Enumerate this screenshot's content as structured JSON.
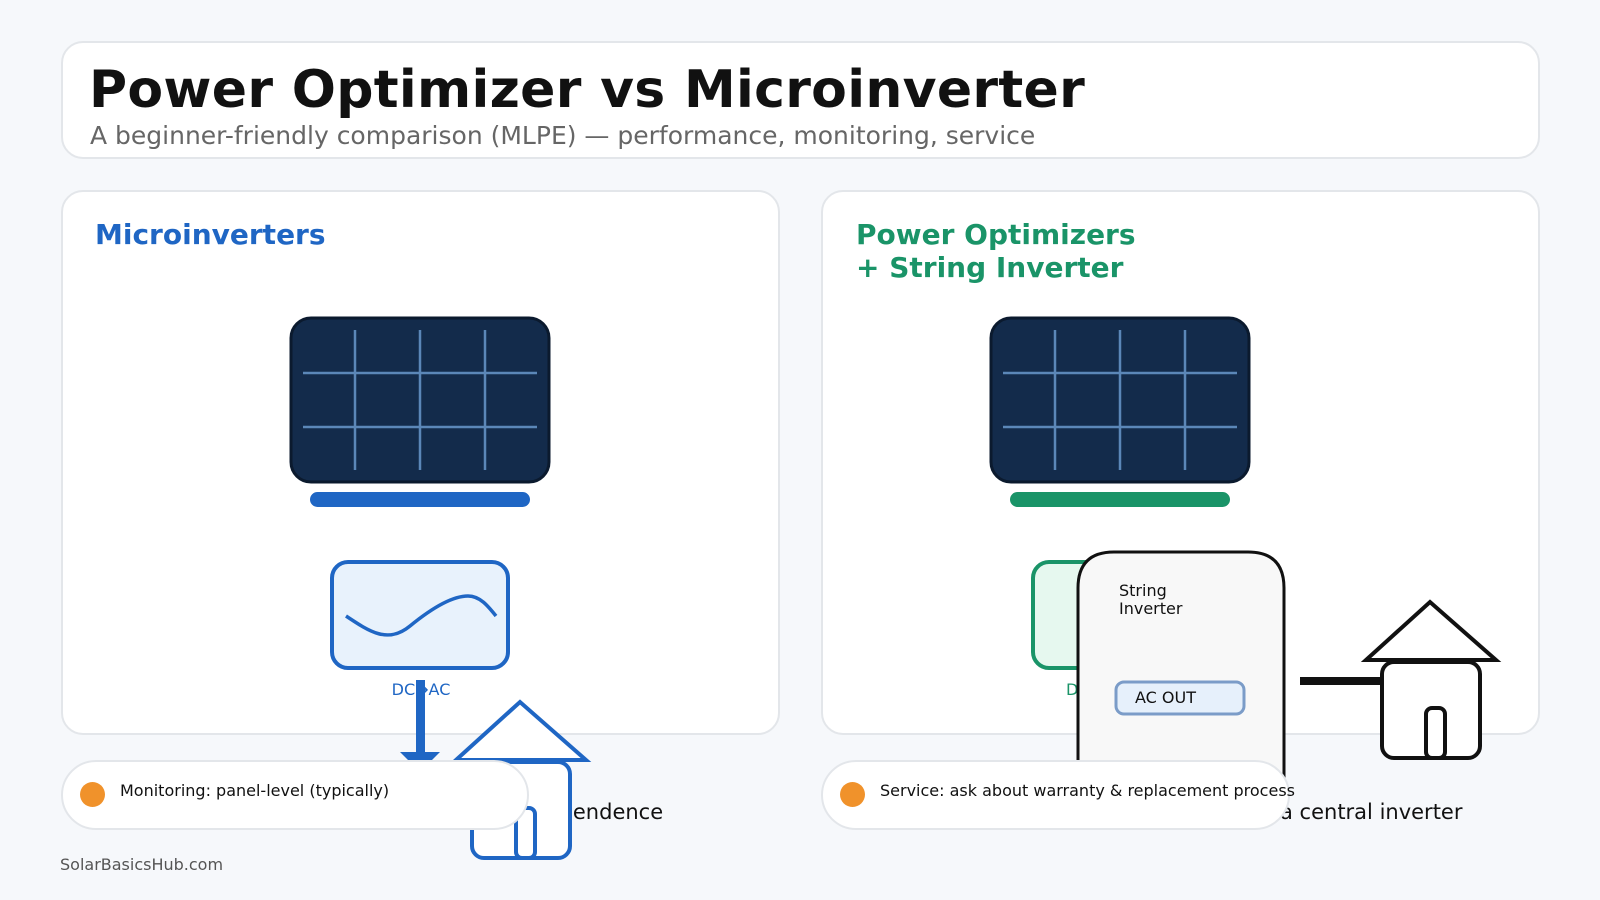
{
  "header": {
    "title": "Power Optimizer vs Microinverter",
    "subtitle": "A beginner-friendly comparison (MLPE) — performance, monitoring, service"
  },
  "left_panel": {
    "title_line1": "Microinverters",
    "device_label": "DC→AC",
    "partial_text": "ndependence",
    "accent_color": "#1f66c4"
  },
  "right_panel": {
    "title_line1": "Power Optimizers",
    "title_line2": "+ String Inverter",
    "optimizer_label_partial": "D",
    "inverter_label_line1": "String",
    "inverter_label_line2": "Inverter",
    "ac_out_label": "AC OUT",
    "partial_text": "a central inverter",
    "accent_color": "#1a9468"
  },
  "notes": {
    "left": "Monitoring: panel-level (typically)",
    "right": "Service: ask about warranty & replacement process",
    "dot_color": "#f0922b"
  },
  "footer": {
    "credit": "SolarBasicsHub.com"
  },
  "icons": {
    "solar_panel": "solar-panel-icon",
    "sine_wave": "sine-wave-icon",
    "house": "house-icon",
    "arrow": "arrow-down-icon"
  }
}
